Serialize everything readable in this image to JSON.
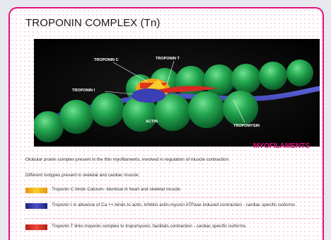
{
  "title": "TROPONIN COMPLEX (Tn)",
  "diagram_labels": {
    "troponin_c": "TROPONIN C",
    "troponin_t": "TROPONIN T",
    "troponin_i": "TROPONIN I",
    "actin": "ACTIN",
    "tropomysin": "TROPOMYSIN"
  },
  "section_label": "MYOFILAMENTS",
  "description": "Globular proein complex present in the thin myofilaments, involved in regulation of muscle contraction.",
  "isotypes_text": "Different isotypes present in skeletal and cardiac muscle:",
  "legend": [
    {
      "text": "Troponin C binds Calcium- Identical in heart and skeletal muscle",
      "color": "#f2a51a"
    },
    {
      "text": "Troponin I in absence of Ca ++ binds to actin, inhibits actin-myosin ATPase induced contraction - cardiac specific isoforms",
      "color": "#2a2f8f"
    },
    {
      "text": "Troponin T links troponin complex to tropomyosin, facilitats contraction - cardiac specific isoforms.",
      "color": "#d72a22"
    }
  ],
  "colors": {
    "accent": "#e0137c",
    "actin": "#1e9b4a",
    "tropomyosin": "#3a3fb4",
    "background": "#0b0b0b"
  }
}
